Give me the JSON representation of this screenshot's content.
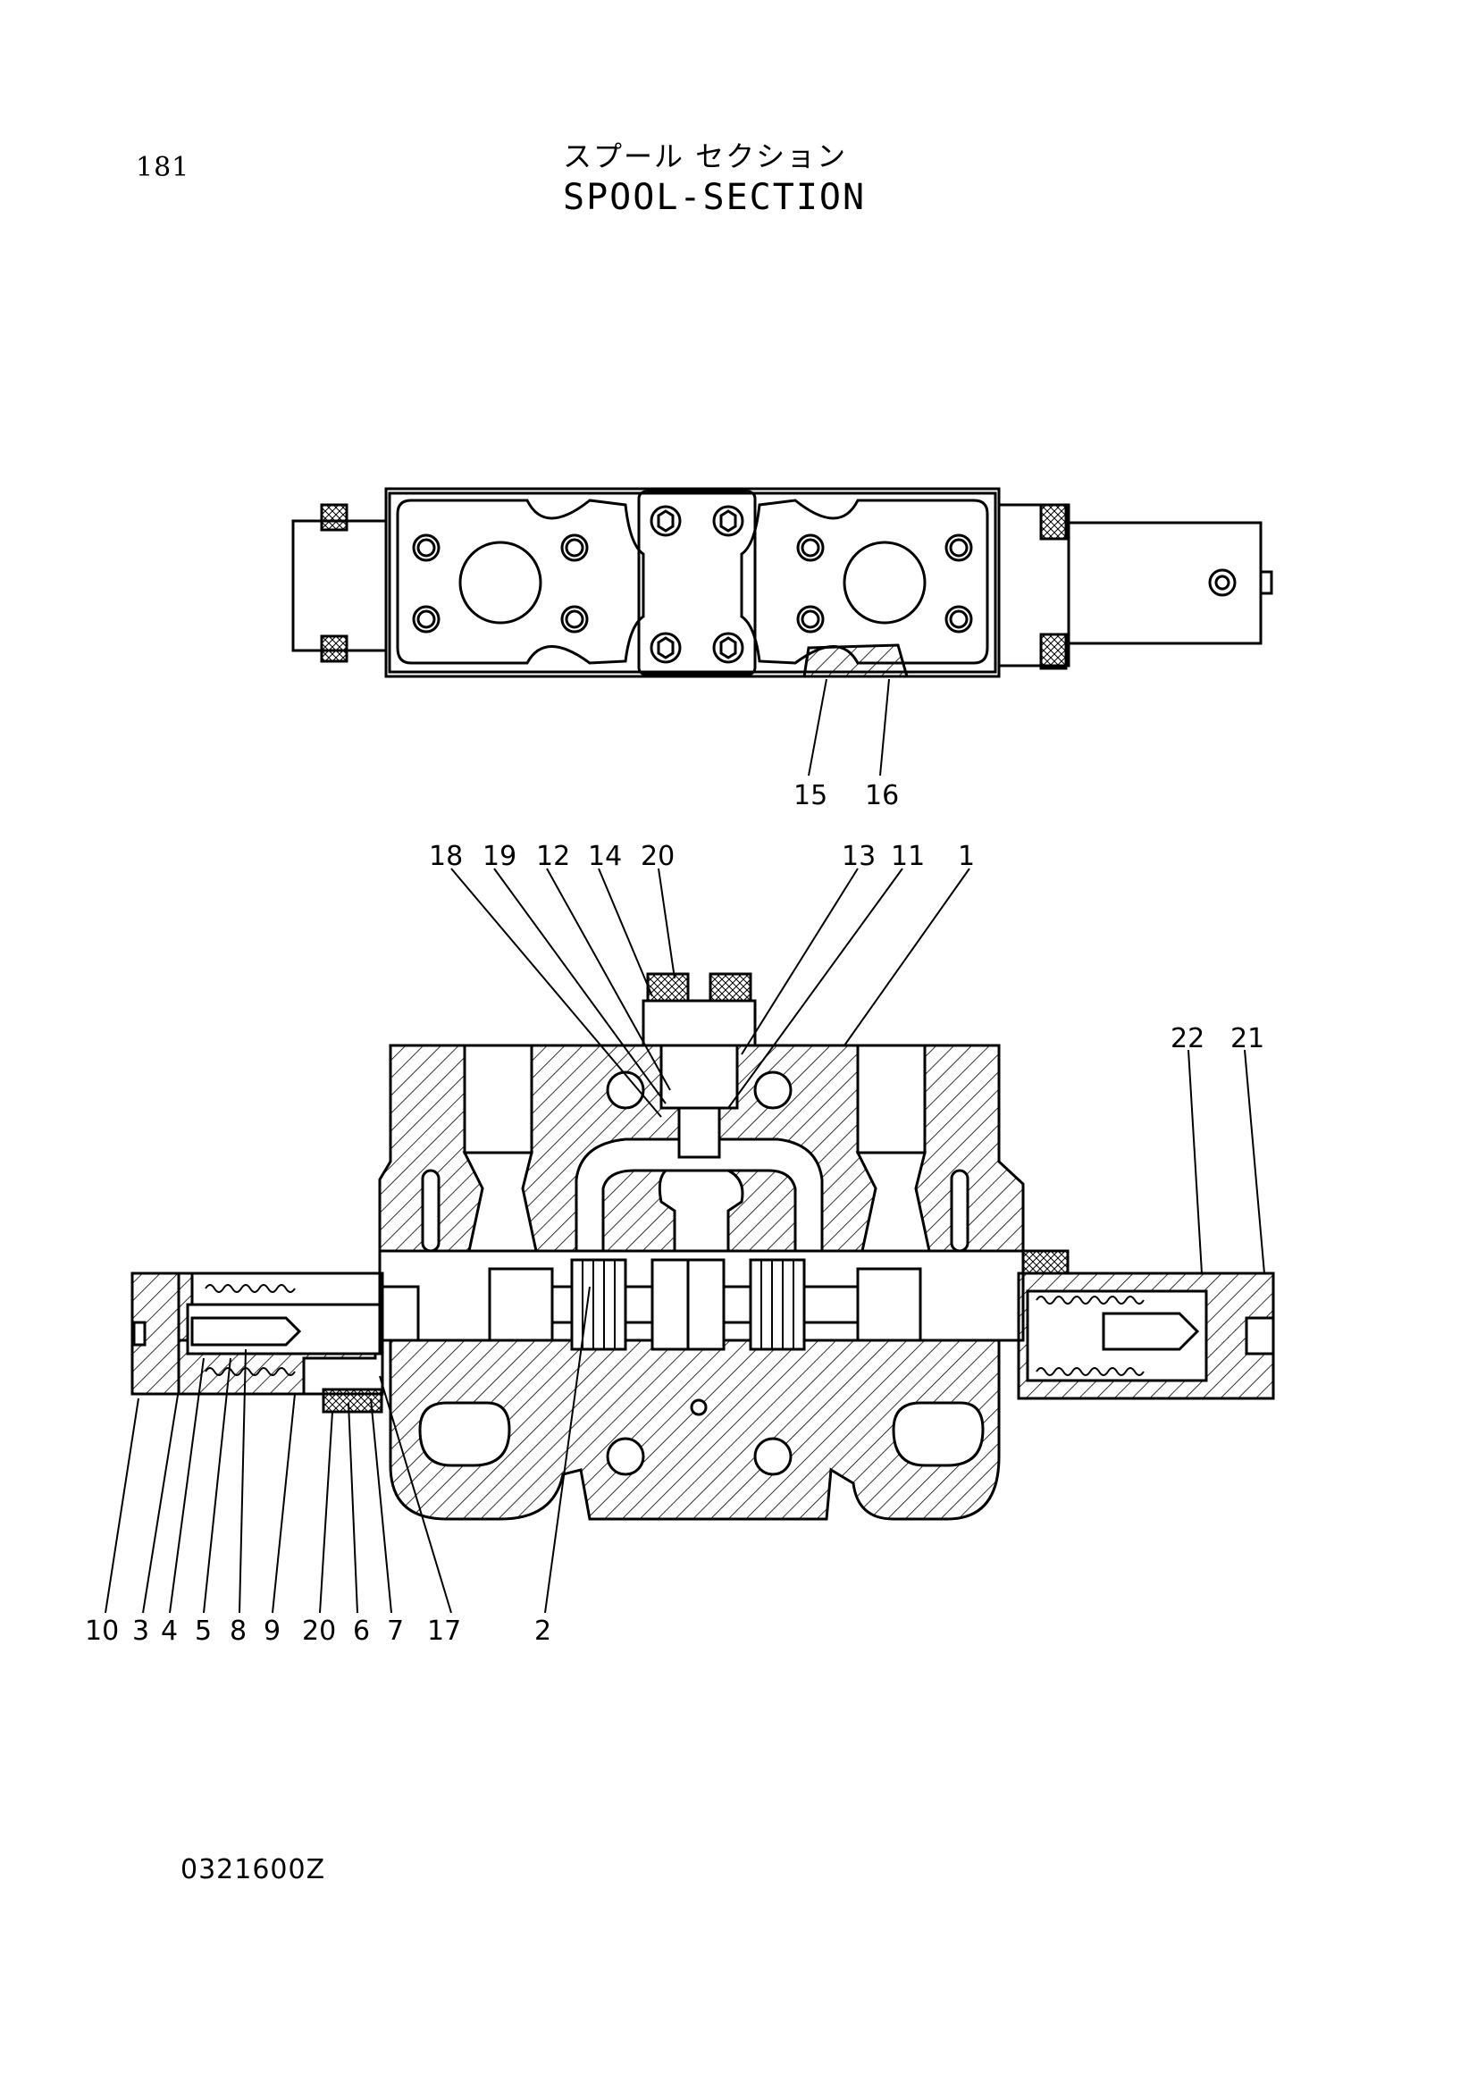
{
  "header": {
    "page_number": "181",
    "title_jp": "スプール セクション",
    "title_en": "SPOOL-SECTION"
  },
  "callouts": {
    "top_view": [
      "15",
      "16"
    ],
    "section_top": [
      "18",
      "19",
      "12",
      "14",
      "20",
      "13",
      "11",
      "1"
    ],
    "section_right": [
      "22",
      "21"
    ],
    "section_bottom": [
      "10",
      "3",
      "4",
      "5",
      "8",
      "9",
      "20",
      "6",
      "7",
      "17",
      "2"
    ]
  },
  "footer": {
    "drawing_code": "0321600Z"
  }
}
